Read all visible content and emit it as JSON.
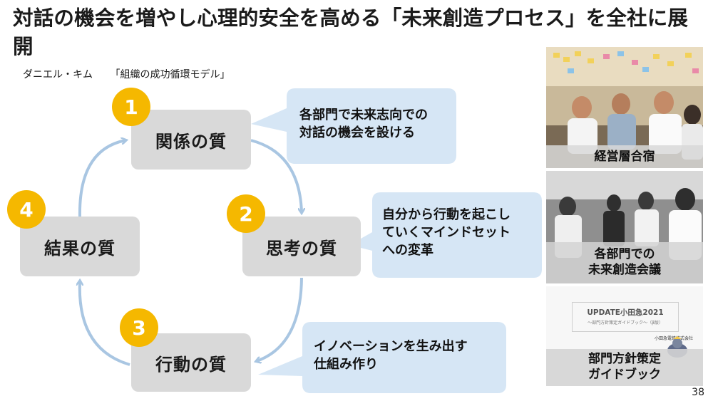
{
  "slide": {
    "title": "対話の機会を増やし心理的安全を高める「未来創造プロセス」を全社に展開",
    "subtitle_author": "ダニエル・キム",
    "subtitle_model": "「組織の成功循環モデル」",
    "page_number": "38"
  },
  "cycle": {
    "items": [
      {
        "number": "1",
        "label": "関係の質"
      },
      {
        "number": "2",
        "label": "思考の質"
      },
      {
        "number": "3",
        "label": "行動の質"
      },
      {
        "number": "4",
        "label": "結果の質"
      }
    ],
    "arrow_color": "#a9c6e2",
    "badge_color": "#f5b800"
  },
  "callouts": [
    {
      "lines": [
        "各部門で未来志向での",
        "対話の機会を設ける"
      ]
    },
    {
      "lines": [
        "自分から行動を起こし",
        "ていくマインドセット",
        "への変革"
      ]
    },
    {
      "lines": [
        "イノベーションを生み出す",
        "仕組み作り"
      ]
    }
  ],
  "photos": [
    {
      "caption": "経営層合宿"
    },
    {
      "caption_lines": [
        "各部門での",
        "未来創造会議"
      ]
    },
    {
      "caption_lines": [
        "部門方針策定",
        "ガイドブック"
      ],
      "doc_title": "UPDATE小田急2021",
      "doc_subtitle": "〜部門方針策定ガイドブック〜（β版）",
      "doc_company": "小田急電鉄株式会社"
    }
  ]
}
